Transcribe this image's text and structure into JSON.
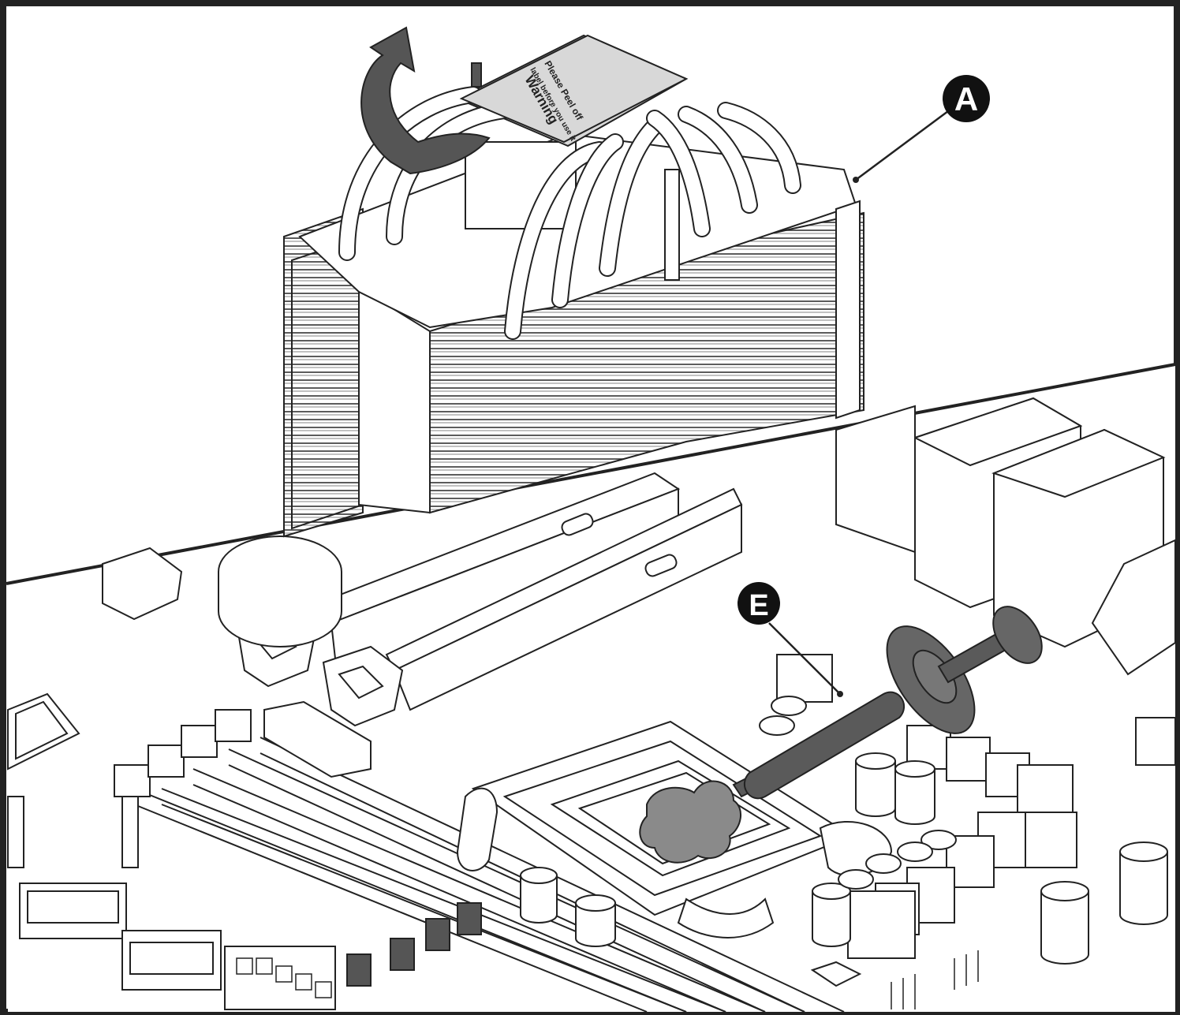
{
  "diagram": {
    "callouts": [
      {
        "id": "A",
        "label": "A"
      },
      {
        "id": "E",
        "label": "E"
      }
    ],
    "cooler_label": {
      "line1": "Please Peel off",
      "line2": "label before you use it",
      "line3": "Warning"
    },
    "colors": {
      "outline": "#222222",
      "paste": "#8a8a8a",
      "syringe": "#5a5a5a",
      "background": "#ffffff",
      "label_fill": "#d8d8d8",
      "callout_fill": "#111111"
    }
  }
}
